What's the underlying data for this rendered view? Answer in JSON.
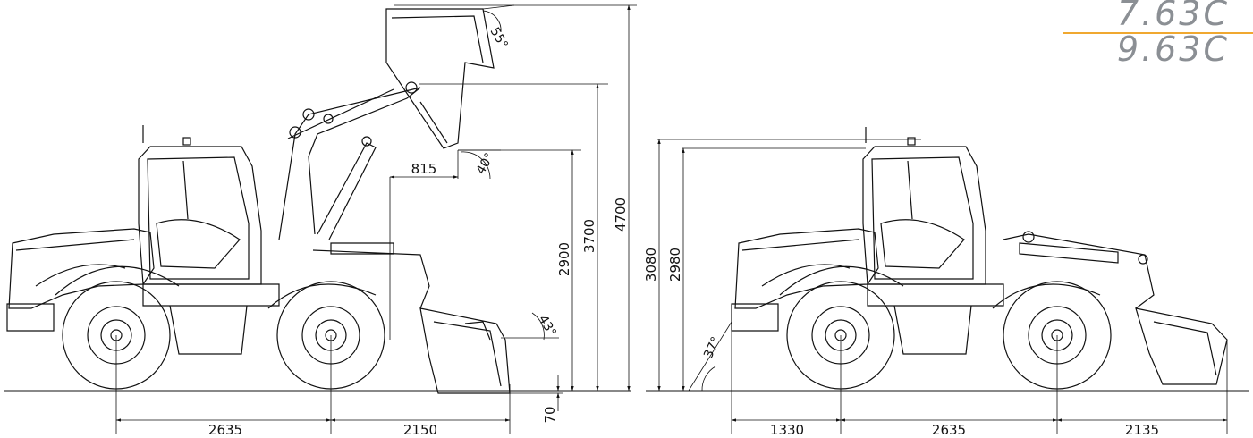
{
  "models": {
    "primary": "7.63C",
    "secondary": "9.63C"
  },
  "colors": {
    "line": "#111111",
    "model_text": "#8b8f94",
    "accent_rule": "#f0a830"
  },
  "side_view": {
    "dimensions": {
      "wheelbase": "2635",
      "front_overhang": "2150",
      "bucket_reach": "815",
      "dump_height": "2900",
      "pin_height": "3700",
      "max_height": "4700",
      "dig_depth": "70"
    },
    "angles": {
      "top": "55°",
      "dump": "40°",
      "rollback": "43°"
    }
  },
  "front_view": {
    "dimensions": {
      "overall_height": "3080",
      "cab_height": "2980",
      "rear_overhang": "1330",
      "wheelbase": "2635",
      "front_overhang": "2135"
    },
    "angles": {
      "departure": "37°"
    }
  }
}
